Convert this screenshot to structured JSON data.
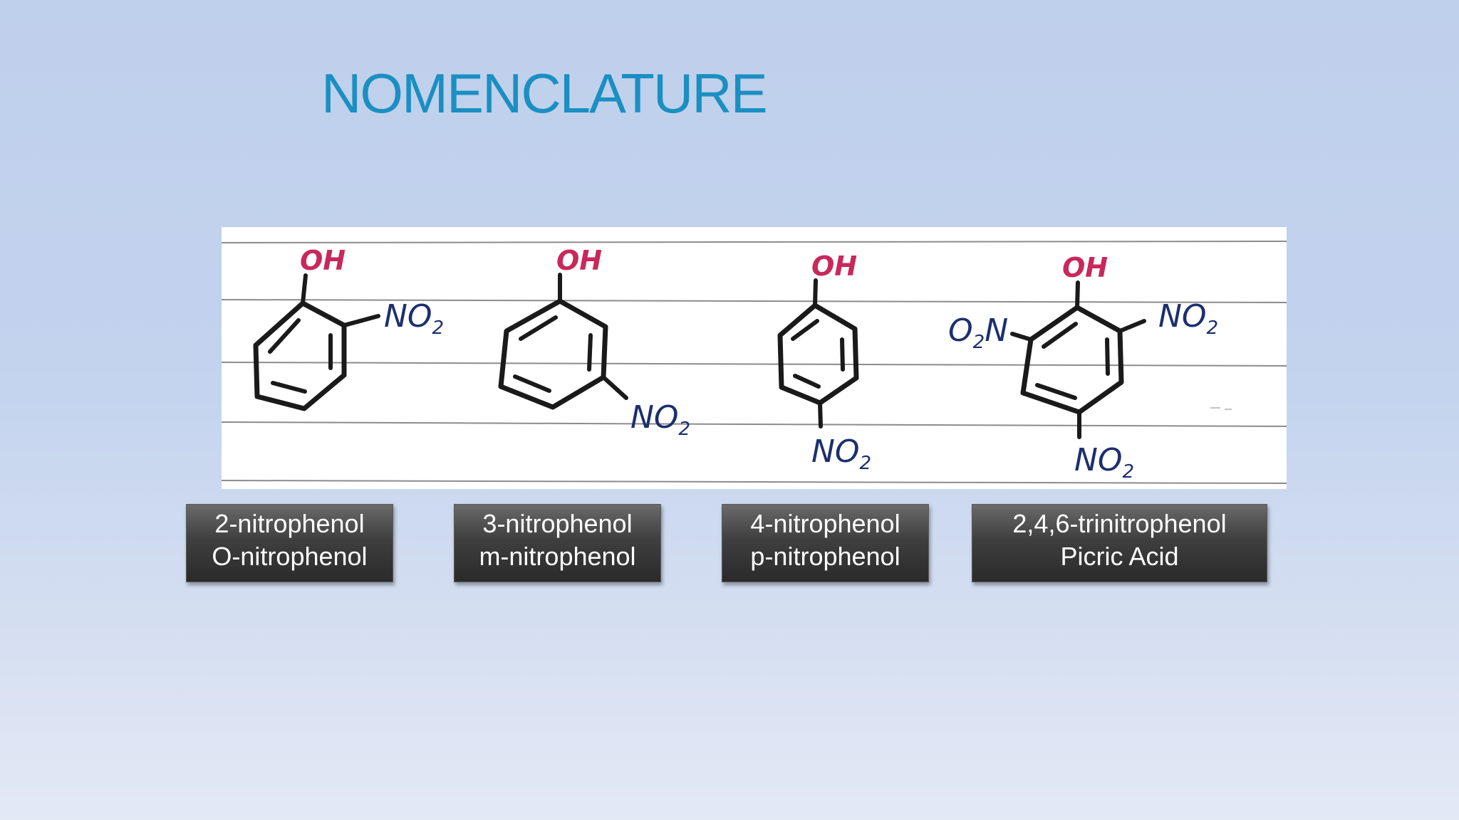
{
  "slide": {
    "title": "NOMENCLATURE"
  },
  "figure": {
    "group_oh": "OH",
    "group_no2_main": "NO",
    "group_no2_sub": "2",
    "group_o2n_main": "O",
    "group_o2n_sub": "2",
    "group_o2n_tail": "N"
  },
  "labels": [
    {
      "line1": "2-nitrophenol",
      "line2": "O-nitrophenol"
    },
    {
      "line1": "3-nitrophenol",
      "line2": "m-nitrophenol"
    },
    {
      "line1": "4-nitrophenol",
      "line2": "p-nitrophenol"
    },
    {
      "line1": "2,4,6-trinitrophenol",
      "line2": "Picric Acid"
    }
  ],
  "colors": {
    "title": "#1b8fc2",
    "hydroxyl": "#c8285a",
    "nitro": "#1c2f6e",
    "label_box": "#3f3f3f"
  }
}
